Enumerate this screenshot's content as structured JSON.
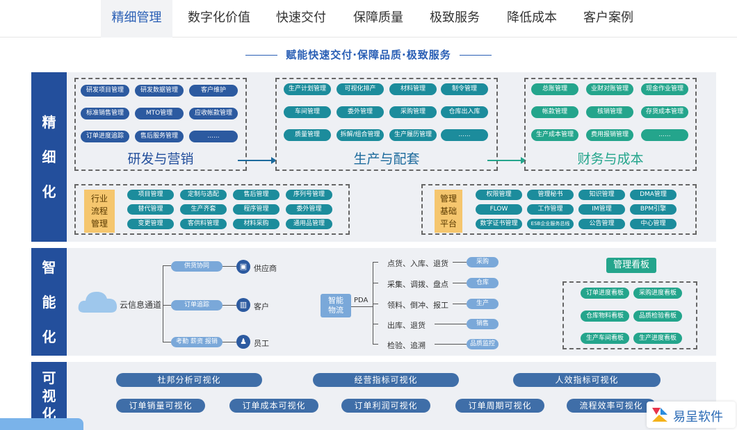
{
  "nav": {
    "tabs": [
      "精细管理",
      "数字化价值",
      "快速交付",
      "保障质量",
      "极致服务",
      "降低成本",
      "客户案例"
    ]
  },
  "headline": "赋能快速交付·保障品质·极致服务",
  "band1": {
    "label": [
      "精",
      "细",
      "化"
    ],
    "rd": {
      "title": "研发与营销",
      "items": [
        "研发项目管理",
        "研发数据管理",
        "客户维护",
        "标准销售管理",
        "MTO管理",
        "应收帐款管理",
        "订单进度追踪",
        "售后服务管理",
        "......"
      ]
    },
    "prod": {
      "title": "生产与配套",
      "items": [
        "生产计划管理",
        "可视化排产",
        "材料管理",
        "制令管理",
        "车间管理",
        "委外管理",
        "采购管理",
        "仓库出入库",
        "质量管理",
        "拆解/组合管理",
        "生产履历管理",
        "......"
      ]
    },
    "fin": {
      "title": "财务与成本",
      "items": [
        "总账管理",
        "业财对账管理",
        "现金作业管理",
        "帐款管理",
        "核销管理",
        "存货成本管理",
        "生产成本管理",
        "费用报销管理",
        "......"
      ]
    },
    "industry": {
      "tag": [
        "行业",
        "流程",
        "管理"
      ],
      "items": [
        "项目管理",
        "定制与选配",
        "售后管理",
        "序列号管理",
        "替代管理",
        "生产齐套",
        "程序管理",
        "委外管理",
        "变更管理",
        "客供料管理",
        "材料采购",
        "通用品管理"
      ]
    },
    "mgmt": {
      "tag": [
        "管理",
        "基础",
        "平台"
      ],
      "items": [
        "权限管理",
        "管理秘书",
        "知识管理",
        "DMA管理",
        "FLOW",
        "工作管理",
        "IM管理",
        "BPM引擎",
        "数字证书管理",
        "ESB企业服务总线",
        "公告管理",
        "中心管理"
      ]
    }
  },
  "band2": {
    "label": [
      "智",
      "能",
      "化"
    ],
    "cloud": "云信息通道",
    "channels": [
      {
        "pill": "供货协同",
        "target": "供应商",
        "icon": "factory-icon"
      },
      {
        "pill": "订单追踪",
        "target": "客户",
        "icon": "building-icon"
      },
      {
        "pill": "考勤 薪资 报销",
        "target": "员工",
        "icon": "people-icon"
      }
    ],
    "logistics": {
      "label": "智能\n物流",
      "pda": "PDA"
    },
    "flows": [
      {
        "text": "点货、入库、退货",
        "pill": "采购"
      },
      {
        "text": "采集、调拨、盘点",
        "pill": "仓库"
      },
      {
        "text": "领料、倒冲、报工",
        "pill": "生产"
      },
      {
        "text": "出库、退货",
        "pill": "销售"
      },
      {
        "text": "检验、追溯",
        "pill": "品质监控"
      }
    ],
    "kanban": {
      "title": "管理看板",
      "items": [
        "订单进度看板",
        "采购进度看板",
        "仓库物料看板",
        "品质检验看板",
        "生产车间看板",
        "生产进度看板"
      ]
    }
  },
  "band3": {
    "label": [
      "可",
      "视",
      "化"
    ],
    "row1": [
      "杜邦分析可视化",
      "经营指标可视化",
      "人效指标可视化"
    ],
    "row2": [
      "订单销量可视化",
      "订单成本可视化",
      "订单利润可视化",
      "订单周期可视化",
      "流程效率可视化"
    ]
  },
  "logo": "易呈软件",
  "colors": {
    "nav_active": "#2a5fb5",
    "band_label": "#234f9c",
    "pill_blue": "#2c5aa0",
    "pill_teal": "#1c8c9c",
    "pill_green": "#24a58c",
    "tag_orange": "#f5c66e"
  }
}
